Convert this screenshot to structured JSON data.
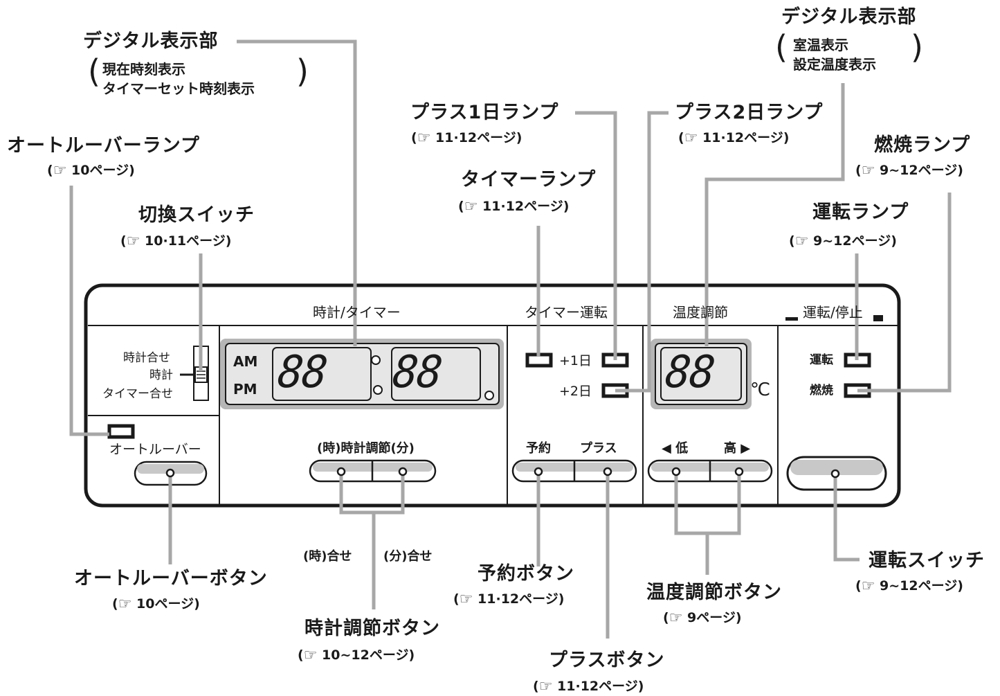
{
  "callouts": {
    "digital_clock": {
      "title": "デジタル表示部",
      "lines": [
        "現在時刻表示",
        "タイマーセット時刻表示"
      ]
    },
    "digital_temp": {
      "title": "デジタル表示部",
      "lines": [
        "室温表示",
        "設定温度表示"
      ]
    },
    "auto_louver_lamp": {
      "title": "オートルーバーランプ",
      "ref": "10ページ)"
    },
    "switch": {
      "title": "切換スイッチ",
      "ref": "10·11ページ)"
    },
    "plus1_lamp": {
      "title": "プラス1日ランプ",
      "ref": "11·12ページ)"
    },
    "plus2_lamp": {
      "title": "プラス2日ランプ",
      "ref": "11·12ページ)"
    },
    "timer_lamp": {
      "title": "タイマーランプ",
      "ref": "11·12ページ)"
    },
    "burn_lamp": {
      "title": "燃焼ランプ",
      "ref": "9~12ページ)"
    },
    "run_lamp": {
      "title": "運転ランプ",
      "ref": "9~12ページ)"
    },
    "auto_louver_button": {
      "title": "オートルーバーボタン",
      "ref": "10ページ)"
    },
    "clock_button": {
      "title": "時計調節ボタン",
      "ref": "10~12ページ)"
    },
    "reserve_button": {
      "title": "予約ボタン",
      "ref": "11·12ページ)"
    },
    "plus_button": {
      "title": "プラスボタン",
      "ref": "11·12ページ)"
    },
    "temp_button": {
      "title": "温度調節ボタン",
      "ref": "9ページ)"
    },
    "run_switch": {
      "title": "運転スイッチ",
      "ref": "9~12ページ)"
    },
    "hour_set": "(時)合せ",
    "minute_set": "(分)合せ",
    "ref_open": "("
  },
  "panel": {
    "clock_timer_header": "時計/タイマー",
    "timer_run_header": "タイマー運転",
    "temp_header": "温度調節",
    "run_stop_header": "運転/停止",
    "switch_labels": [
      "時計合せ",
      "時計",
      "タイマー合せ"
    ],
    "auto_louver_label": "オートルーバー",
    "am": "AM",
    "pm": "PM",
    "clock_digits_hour": "88",
    "clock_digits_minute": "88",
    "plus1_label": "+1日",
    "plus2_label": "+2日",
    "temp_digits": "88",
    "temp_unit": "℃",
    "clock_adjust_label": "(時)時計調節(分)",
    "reserve_label": "予約",
    "plus_label": "プラス",
    "low_label": "◀ 低",
    "high_label": "高 ▶",
    "run_label": "運転",
    "burn_label": "燃焼"
  }
}
